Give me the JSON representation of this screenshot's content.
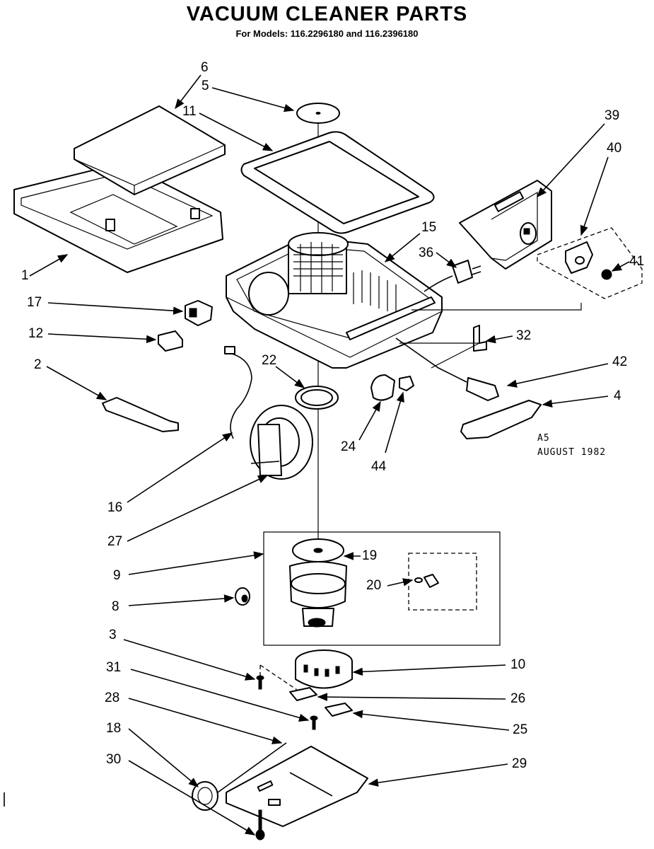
{
  "header": {
    "title": "VACUUM CLEANER PARTS",
    "subtitle": "For Models: 116.2296180 and 116.2396180"
  },
  "note": {
    "code": "A5",
    "date": "AUGUST 1982"
  },
  "labels": {
    "p1": "1",
    "p2": "2",
    "p3": "3",
    "p4": "4",
    "p5": "5",
    "p6": "6",
    "p8": "8",
    "p9": "9",
    "p10": "10",
    "p11": "11",
    "p12": "12",
    "p15": "15",
    "p16": "16",
    "p17": "17",
    "p18": "18",
    "p19": "19",
    "p20": "20",
    "p22": "22",
    "p24": "24",
    "p25": "25",
    "p26": "26",
    "p27": "27",
    "p28": "28",
    "p29": "29",
    "p30": "30",
    "p31": "31",
    "p32": "32",
    "p36": "36",
    "p39": "39",
    "p40": "40",
    "p41": "41",
    "p42": "42",
    "p44": "44"
  }
}
